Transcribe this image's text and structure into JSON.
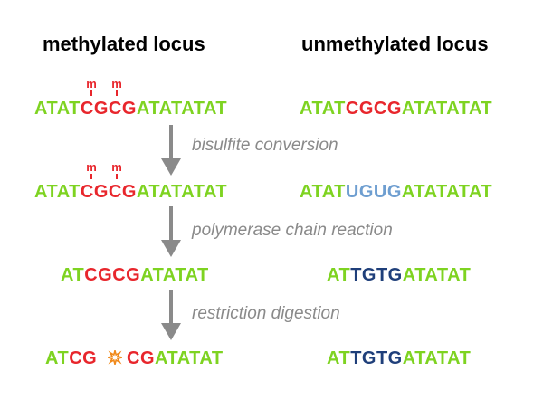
{
  "colors": {
    "green": "#7ed321",
    "red": "#e8262c",
    "light_blue": "#6e9ed0",
    "dark_blue": "#1f3f7a",
    "orange": "#f08a1c",
    "gray": "#8a8a8a"
  },
  "headings": {
    "left": "methylated locus",
    "right": "unmethylated locus"
  },
  "methyl_mark": "m",
  "steps": [
    "bisulfite conversion",
    "polymerase chain reaction",
    "restriction digestion"
  ],
  "cut_icon": "cut-star-icon",
  "rows": [
    {
      "left": [
        {
          "text": "ATAT",
          "color": "green"
        },
        {
          "text": "CGCG",
          "color": "red"
        },
        {
          "text": "ATATATAT",
          "color": "green"
        }
      ],
      "right": [
        {
          "text": "ATAT",
          "color": "green"
        },
        {
          "text": "CGCG",
          "color": "red"
        },
        {
          "text": "ATATATAT",
          "color": "green"
        }
      ]
    },
    {
      "left": [
        {
          "text": "ATAT",
          "color": "green"
        },
        {
          "text": "CGCG",
          "color": "red"
        },
        {
          "text": "ATATATAT",
          "color": "green"
        }
      ],
      "right": [
        {
          "text": "ATAT",
          "color": "green"
        },
        {
          "text": "UGUG",
          "color": "light_blue"
        },
        {
          "text": "ATATATAT",
          "color": "green"
        }
      ]
    },
    {
      "left": [
        {
          "text": "AT",
          "color": "green"
        },
        {
          "text": "CGCG",
          "color": "red"
        },
        {
          "text": "ATATAT",
          "color": "green"
        }
      ],
      "right": [
        {
          "text": "AT",
          "color": "green"
        },
        {
          "text": "TGTG",
          "color": "dark_blue"
        },
        {
          "text": "ATATAT",
          "color": "green"
        }
      ]
    },
    {
      "left_a": [
        {
          "text": "AT",
          "color": "green"
        },
        {
          "text": "CG",
          "color": "red"
        }
      ],
      "left_b": [
        {
          "text": "CG",
          "color": "red"
        },
        {
          "text": "ATATAT",
          "color": "green"
        }
      ],
      "right": [
        {
          "text": "AT",
          "color": "green"
        },
        {
          "text": "TGTG",
          "color": "dark_blue"
        },
        {
          "text": "ATATAT",
          "color": "green"
        }
      ]
    }
  ]
}
